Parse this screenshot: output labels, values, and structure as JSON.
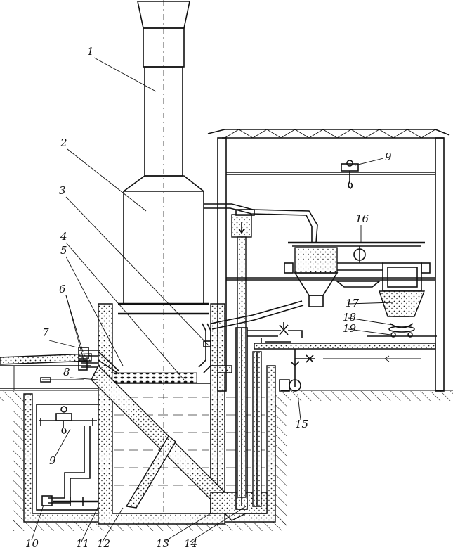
{
  "labels": {
    "l1": "1",
    "l2": "2",
    "l3": "3",
    "l4": "4",
    "l5": "5",
    "l6": "6",
    "l7": "7",
    "l8": "8",
    "l9a": "9",
    "l9b": "9",
    "l10": "10",
    "l11": "11",
    "l12": "12",
    "l13": "13",
    "l14": "14",
    "l15": "15",
    "l16": "16",
    "l17": "17",
    "l18": "18",
    "l19": "19"
  },
  "colors": {
    "ink": "#111111",
    "paper": "#ffffff"
  }
}
